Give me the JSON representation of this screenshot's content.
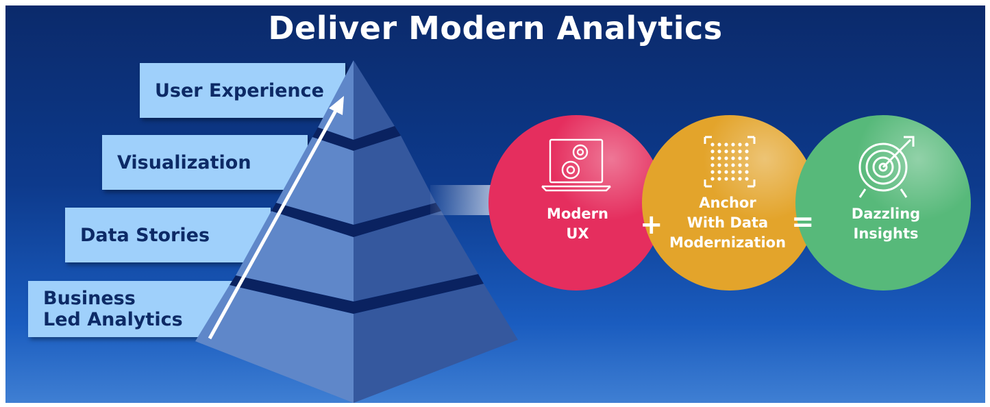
{
  "title": "Deliver Modern Analytics",
  "pyramid_layers": [
    {
      "label": "User Experience"
    },
    {
      "label": "Visualization"
    },
    {
      "label": "Data Stories"
    },
    {
      "label": "Business\nLed Analytics"
    }
  ],
  "equation": {
    "terms": [
      {
        "label": "Modern\nUX",
        "color": "#e52e5e",
        "icon": "laptop-gears-icon"
      },
      {
        "label": "Anchor\nWith Data\nModernization",
        "color": "#e3a42b",
        "icon": "data-grid-icon"
      },
      {
        "label": "Dazzling\nInsights",
        "color": "#57b97a",
        "icon": "target-arrow-icon"
      }
    ],
    "operators": [
      "+",
      "="
    ]
  },
  "colors": {
    "background_top": "#0b2a6b",
    "background_bottom": "#3f7fd3",
    "label_box": "#9fd0fb",
    "label_text": "#0d2a66",
    "pyramid_light": "#5f87c9",
    "pyramid_dark": "#35589e",
    "pyramid_band": "#0a2260"
  }
}
